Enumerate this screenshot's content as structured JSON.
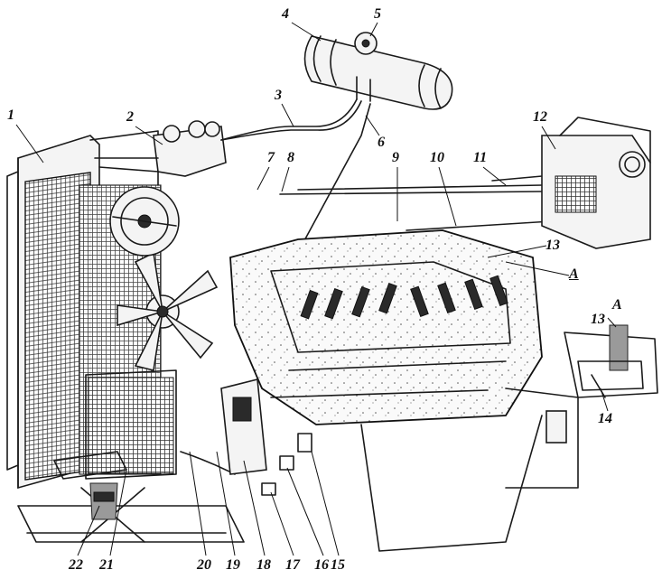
{
  "callouts": {
    "c1": "1",
    "c2": "2",
    "c3": "3",
    "c4": "4",
    "c5": "5",
    "c6": "6",
    "c7": "7",
    "c8": "8",
    "c9": "9",
    "c10": "10",
    "c11": "11",
    "c12": "12",
    "c13": "13",
    "cA": "A",
    "c13b": "13",
    "cAb": "A",
    "c14": "14",
    "c15": "15",
    "c16": "16",
    "c17": "17",
    "c18": "18",
    "c19": "19",
    "c20": "20",
    "c21": "21",
    "c22": "22"
  }
}
